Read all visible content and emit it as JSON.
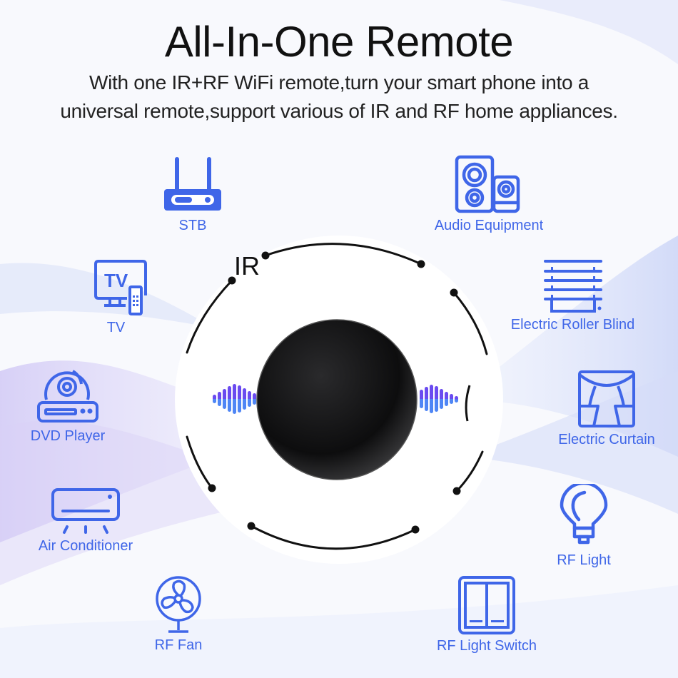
{
  "header": {
    "title": "All-In-One Remote",
    "subtitle_line1": "With one IR+RF WiFi remote,turn your smart phone into a",
    "subtitle_line2": "universal remote,support various of IR and RF home appliances."
  },
  "hub": {
    "label": "IR",
    "icon": "ir-blaster-hub"
  },
  "devices": [
    {
      "label": "STB",
      "icon": "set-top-box-icon"
    },
    {
      "label": "Audio Equipment",
      "icon": "speaker-icon"
    },
    {
      "label": "TV",
      "icon": "tv-icon"
    },
    {
      "label": "Electric Roller Blind",
      "icon": "roller-blind-icon"
    },
    {
      "label": "DVD Player",
      "icon": "dvd-player-icon"
    },
    {
      "label": "Electric Curtain",
      "icon": "curtain-icon"
    },
    {
      "label": "Air Conditioner",
      "icon": "air-conditioner-icon"
    },
    {
      "label": "RF Light",
      "icon": "light-bulb-icon"
    },
    {
      "label": "RF Fan",
      "icon": "fan-icon"
    },
    {
      "label": "RF Light Switch",
      "icon": "light-switch-icon"
    }
  ],
  "colors": {
    "accent": "#3f66e8",
    "text": "#111111",
    "wave_purple": "#6a4bf0",
    "wave_blue": "#4f86f5"
  }
}
